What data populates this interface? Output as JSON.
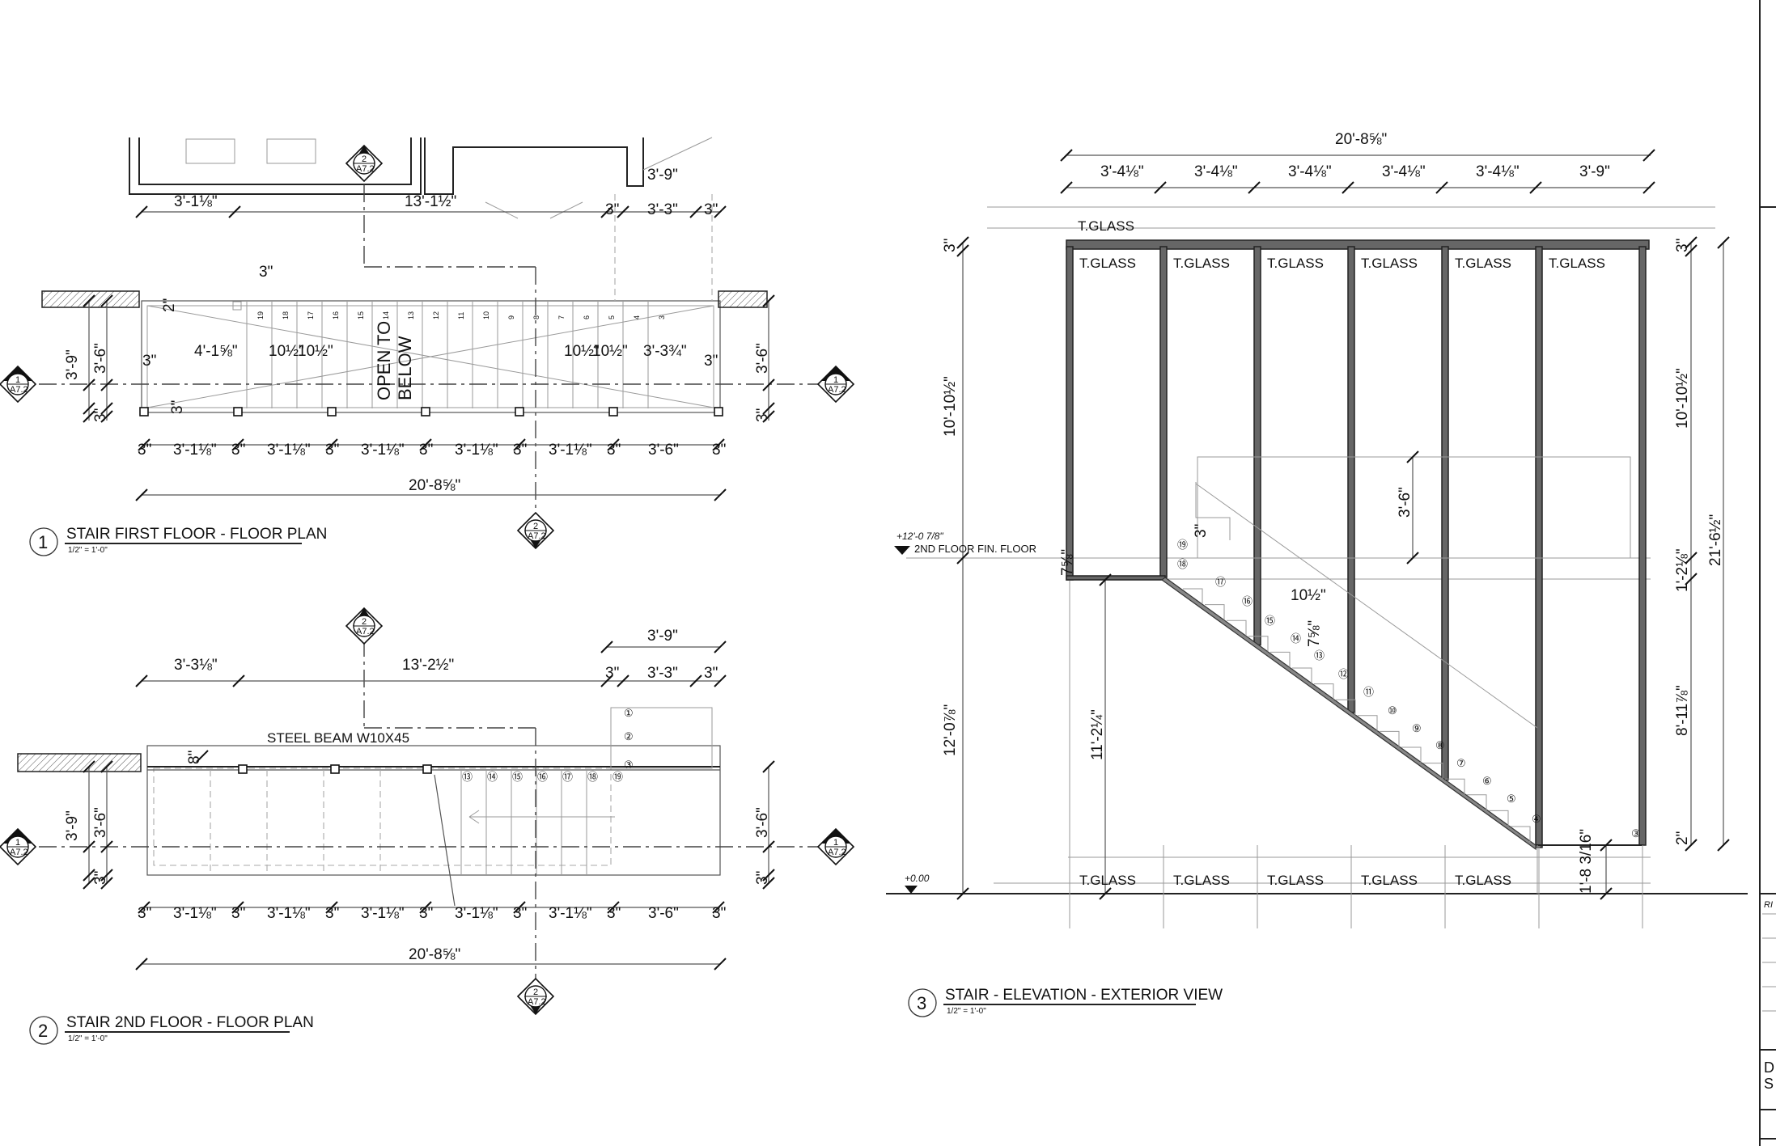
{
  "plan1": {
    "top_dims": [
      "3'-1⅛\"",
      "13'-1½\"",
      "3\"",
      "3'-3\"",
      "3\"",
      "3'-9\""
    ],
    "side_dims_left": [
      "3'-9\"",
      "3'-6\"",
      "2\"",
      "3\"",
      "3\""
    ],
    "side_dims_right": [
      "3'-6\"",
      "3\""
    ],
    "inner_dims": [
      "3\"",
      "4'-1⅝\"",
      "10½\"",
      "10½\"",
      "OPEN TO",
      "BELOW",
      "10½\"",
      "10½\"",
      "3'-3¾\"",
      "3\""
    ],
    "bottom_dims": [
      "3\"",
      "3'-1⅛\"",
      "3\"",
      "3'-1⅛\"",
      "3\"",
      "3'-1⅛\"",
      "3\"",
      "3'-1⅛\"",
      "3\"",
      "3'-1⅛\"",
      "3\"",
      "3'-6\"",
      "3\""
    ],
    "overall": "20'-8⅝\"",
    "tread_numbers": [
      "19",
      "18",
      "17",
      "16",
      "15",
      "14",
      "13",
      "12",
      "11",
      "10",
      "9",
      "8",
      "7",
      "6",
      "5",
      "4",
      "3"
    ],
    "title_num": "1",
    "title": "STAIR FIRST FLOOR - FLOOR PLAN",
    "scale": "1/2\" = 1'-0\"",
    "markers": [
      {
        "top": "2",
        "bottom": "A7.2"
      },
      {
        "top": "1",
        "bottom": "A7.2"
      },
      {
        "top": "1",
        "bottom": "A7.2"
      },
      {
        "top": "2",
        "bottom": "A7.2"
      }
    ]
  },
  "plan2": {
    "top_dims": [
      "3'-3⅛\"",
      "13'-2½\"",
      "3\"",
      "3'-3\"",
      "3\"",
      "3'-9\""
    ],
    "beam_label": "STEEL BEAM W10X45",
    "beam_dim": "8\"",
    "side_dims_left": [
      "3'-9\"",
      "3'-6\"",
      "3\""
    ],
    "side_dims_right": [
      "3'-6\"",
      "3\""
    ],
    "bottom_dims": [
      "3\"",
      "3'-1⅛\"",
      "3\"",
      "3'-1⅛\"",
      "3\"",
      "3'-1⅛\"",
      "3\"",
      "3'-1⅛\"",
      "3\"",
      "3'-1⅛\"",
      "3\"",
      "3'-6\"",
      "3\""
    ],
    "overall": "20'-8⅝\"",
    "tread_numbers": [
      "①",
      "②",
      "③",
      "⑬",
      "⑭",
      "⑮",
      "⑯",
      "⑰",
      "⑱",
      "⑲"
    ],
    "title_num": "2",
    "title": "STAIR 2ND FLOOR - FLOOR PLAN",
    "scale": "1/2\" = 1'-0\"",
    "markers": [
      {
        "top": "2",
        "bottom": "A7.2"
      },
      {
        "top": "1",
        "bottom": "A7.2"
      },
      {
        "top": "1",
        "bottom": "A7.2"
      },
      {
        "top": "2",
        "bottom": "A7.2"
      }
    ]
  },
  "elevation": {
    "overall_top": "20'-8⅝\"",
    "top_dims": [
      "3'-4⅛\"",
      "3'-4⅛\"",
      "3'-4⅛\"",
      "3'-4⅛\"",
      "3'-4⅛\"",
      "3'-9\""
    ],
    "top_glass": "T.GLASS",
    "glass_upper": [
      "T.GLASS",
      "T.GLASS",
      "T.GLASS",
      "T.GLASS",
      "T.GLASS",
      "T.GLASS"
    ],
    "glass_lower": [
      "T.GLASS",
      "T.GLASS",
      "T.GLASS",
      "T.GLASS",
      "T.GLASS"
    ],
    "left_dims": [
      "3\"",
      "10'-10½\"",
      "7⅝\"",
      "12'-0⅞\"",
      "11'-2¼\""
    ],
    "right_dims": [
      "3\"",
      "10'-10½\"",
      "1'-2⅛\"",
      "21'-6½\"",
      "8'-11⅞\"",
      "2\""
    ],
    "inner_dims": [
      "3'-6\"",
      "3\"",
      "10½\"",
      "7⅝\"",
      "1'-8 3/16\""
    ],
    "floor_level_value": "+12'-0 7/8\"",
    "floor_level_label": "2ND FLOOR FIN. FLOOR",
    "ground_level": "+0.00",
    "step_numbers": [
      "⑲",
      "⑱",
      "⑰",
      "⑯",
      "⑮",
      "⑭",
      "⑬",
      "⑫",
      "⑪",
      "⑩",
      "⑨",
      "⑧",
      "⑦",
      "⑥",
      "⑤",
      "④",
      "③"
    ],
    "title_num": "3",
    "title": "STAIR - ELEVATION - EXTERIOR VIEW",
    "scale": "1/2\" = 1'-0\""
  },
  "title_block": {
    "fragment_1": "RI",
    "fragment_2": "D",
    "fragment_3": "S"
  }
}
